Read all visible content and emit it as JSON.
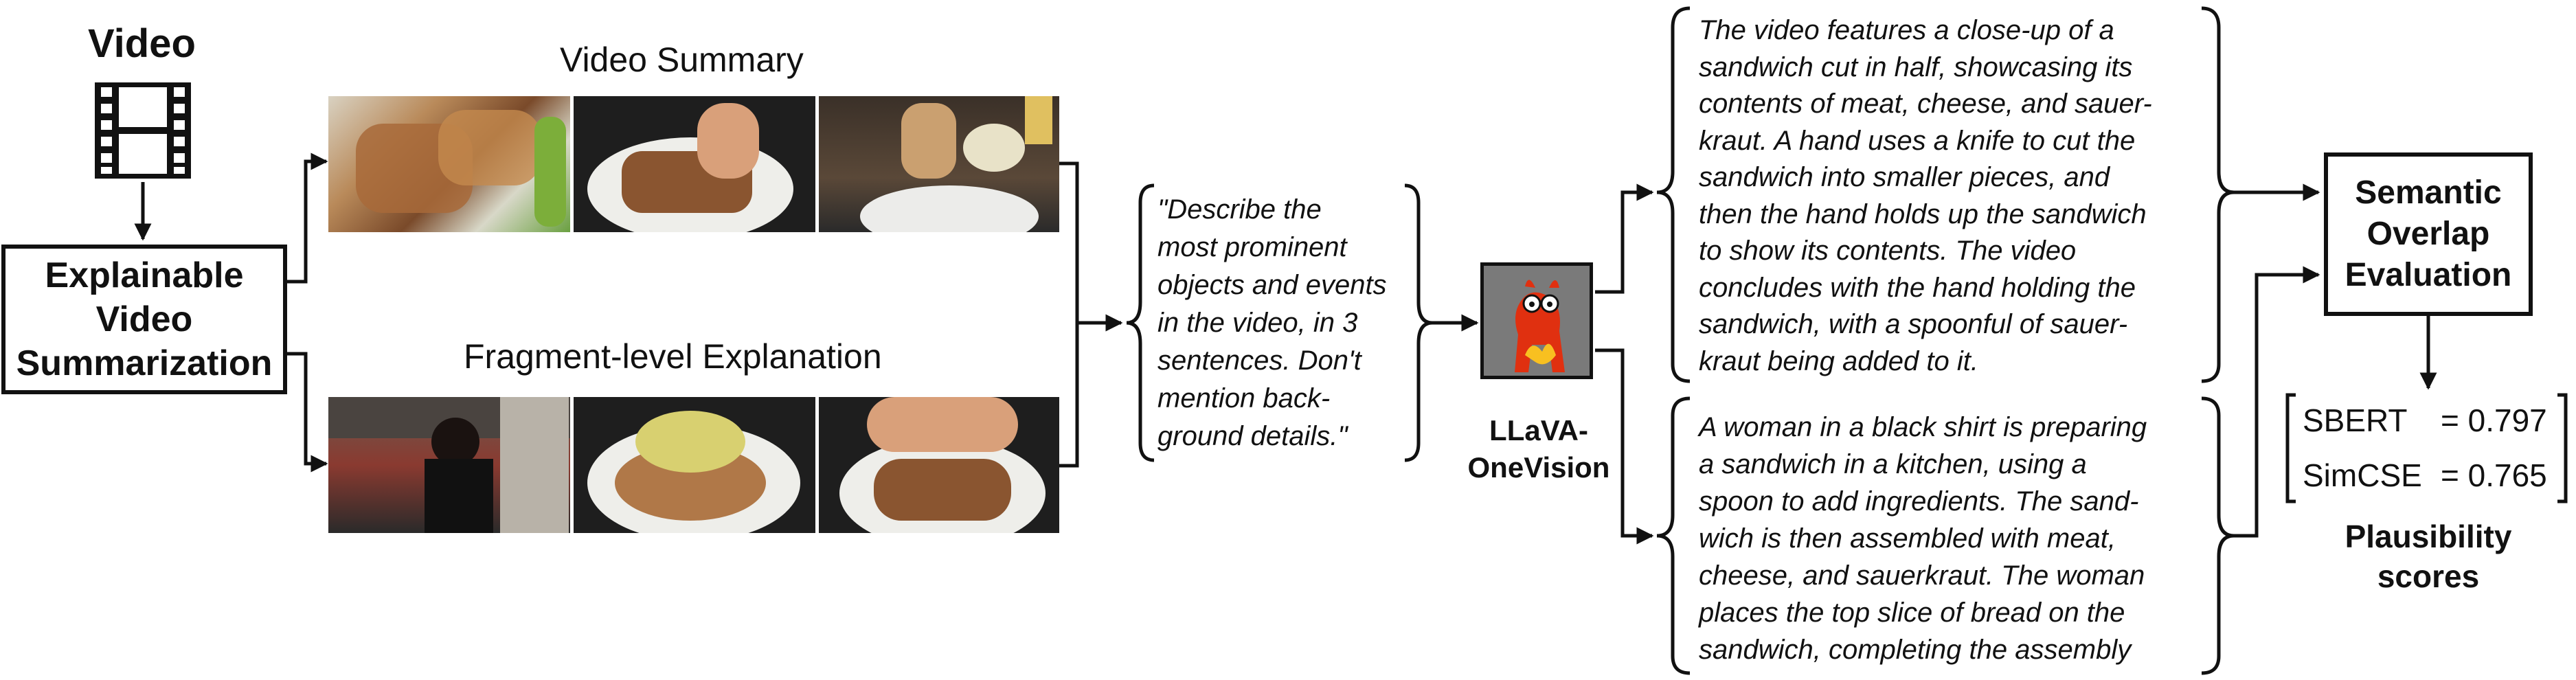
{
  "video": {
    "title": "Video"
  },
  "summarization_box": {
    "line1": "Explainable",
    "line2": "Video",
    "line3": "Summarization"
  },
  "video_summary": {
    "title": "Video Summary"
  },
  "fragment_explanation": {
    "title": "Fragment-level Explanation"
  },
  "prompt": {
    "lines": [
      "\"Describe the",
      "most prominent",
      "objects and events",
      "in the video, in 3",
      "sentences. Don't",
      "mention back-",
      "ground details.\""
    ]
  },
  "model": {
    "line1": "LLaVA-",
    "line2": "OneVision"
  },
  "summary_output": {
    "lines": [
      "The video features a close-up of a",
      "sandwich cut in half, showcasing its",
      "contents of meat, cheese, and sauer-",
      "kraut. A hand uses a knife to cut the",
      "sandwich into smaller pieces, and",
      "then the hand holds up the sandwich",
      "to show its contents. The video",
      "concludes with the hand holding the",
      "sandwich, with a spoonful of sauer-",
      "kraut being added to it."
    ]
  },
  "explanation_output": {
    "lines": [
      "A woman in a black shirt is preparing",
      "a sandwich in a kitchen, using a",
      "spoon to add ingredients. The sand-",
      "wich is then assembled with meat,",
      "cheese, and sauerkraut. The woman",
      "places the top slice of bread on the",
      "sandwich, completing the assembly"
    ]
  },
  "evaluation_box": {
    "line1": "Semantic",
    "line2": "Overlap",
    "line3": "Evaluation"
  },
  "scores": {
    "sbert_label": "SBERT",
    "sbert_value": "= 0.797",
    "simcse_label": "SimCSE",
    "simcse_value": "= 0.765"
  },
  "plausibility": {
    "line1": "Plausibility",
    "line2": "scores"
  },
  "icons": {
    "film": "film-strip-icon",
    "model": "llava-mascot-icon"
  }
}
